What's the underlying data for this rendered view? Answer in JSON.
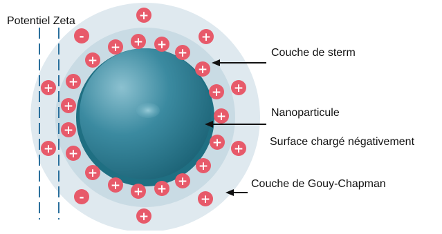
{
  "labels": {
    "zeta": "Potentiel Zeta",
    "stern": "Couche de sterm",
    "nanoparticle": "Nanoparticule",
    "surface": "Surface chargé négativement",
    "gouy": "Couche de Gouy-Chapman"
  },
  "ion_symbols": {
    "positive": "+",
    "negative": "-"
  },
  "colors": {
    "ion_fill": "#e75a6a",
    "ion_text": "#ffffff",
    "diffuse_layer": "#dfe9ef",
    "stern_layer": "#c9dbe4",
    "particle_dark": "#1f6f82",
    "particle_light": "#5fa3b7",
    "zeta_line": "#2a6f9c",
    "arrow": "#111111"
  },
  "icons": {
    "positive_ion": "plus-circle-icon",
    "negative_ion": "minus-circle-icon"
  }
}
